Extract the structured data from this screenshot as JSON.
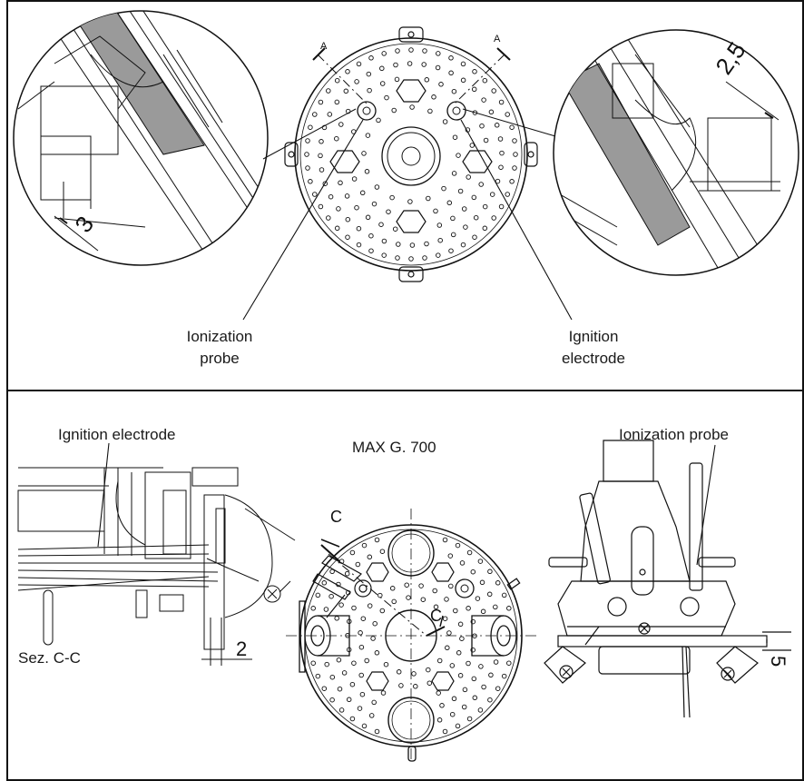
{
  "top_panel": {
    "label_ionization": [
      "Ionization",
      "probe"
    ],
    "label_ignition": [
      "Ignition",
      "electrode"
    ],
    "dim_left": "3",
    "dim_right": "2,5",
    "section_mark": "A"
  },
  "bottom_panel": {
    "label_ignition_electrode": "Ignition electrode",
    "title": "MAX G. 700",
    "label_ionization_probe": "Ionization probe",
    "section_label": "Sez. C-C",
    "dim_gap": "2",
    "dim_right": "5",
    "section_mark": "C"
  },
  "colors": {
    "stroke": "#111111",
    "gasket_fill": "#9a9a9a",
    "background": "#ffffff"
  }
}
